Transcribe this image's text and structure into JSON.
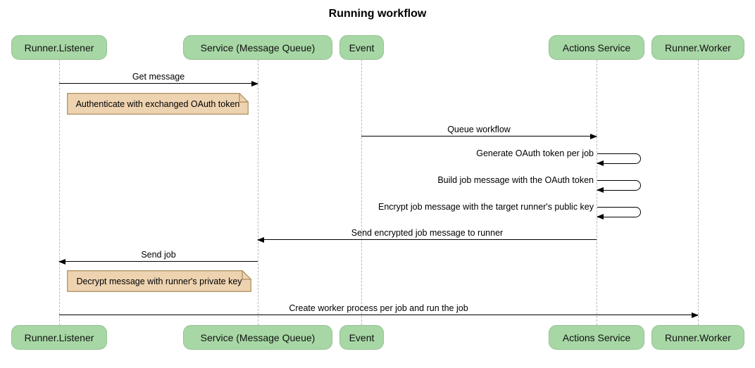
{
  "title": "Running workflow",
  "colors": {
    "background": "#ffffff",
    "actor_fill": "#a7d7a5",
    "actor_border": "#93c193",
    "actor_text": "#111111",
    "note_fill": "#eed3b1",
    "note_border": "#aa8c5a",
    "lifeline": "#b9b9b9",
    "line": "#000000",
    "text": "#000000"
  },
  "actors": [
    {
      "id": "runner-listener",
      "label": "Runner.Listener"
    },
    {
      "id": "service-message-queue",
      "label": "Service (Message Queue)"
    },
    {
      "id": "event",
      "label": "Event"
    },
    {
      "id": "actions-service",
      "label": "Actions Service"
    },
    {
      "id": "runner-worker",
      "label": "Runner.Worker"
    }
  ],
  "messages": [
    {
      "kind": "arrow",
      "dir": "right",
      "from": "Runner.Listener",
      "to": "Service (Message Queue)",
      "label": "Get message"
    },
    {
      "kind": "note",
      "over": "Runner.Listener",
      "label": "Authenticate with exchanged OAuth token"
    },
    {
      "kind": "arrow",
      "dir": "right",
      "from": "Event",
      "to": "Actions Service",
      "label": "Queue workflow"
    },
    {
      "kind": "self",
      "actor": "Actions Service",
      "label": "Generate OAuth token per job"
    },
    {
      "kind": "self",
      "actor": "Actions Service",
      "label": "Build job message with the OAuth token"
    },
    {
      "kind": "self",
      "actor": "Actions Service",
      "label": "Encrypt job message with the target runner's public key"
    },
    {
      "kind": "arrow",
      "dir": "left",
      "from": "Actions Service",
      "to": "Service (Message Queue)",
      "label": "Send encrypted job message to runner"
    },
    {
      "kind": "arrow",
      "dir": "left",
      "from": "Service (Message Queue)",
      "to": "Runner.Listener",
      "label": "Send job"
    },
    {
      "kind": "note",
      "over": "Runner.Listener",
      "label": "Decrypt message with runner's private key"
    },
    {
      "kind": "arrow",
      "dir": "right",
      "from": "Runner.Listener",
      "to": "Runner.Worker",
      "label": "Create worker process per job and run the job"
    }
  ]
}
